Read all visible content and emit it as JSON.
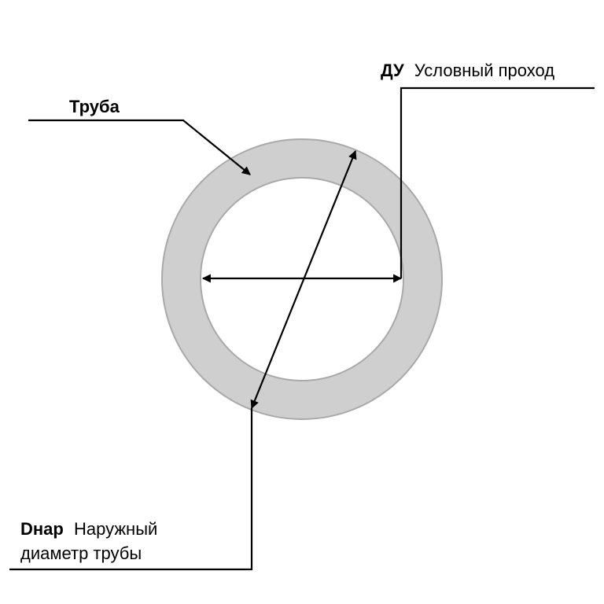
{
  "colors": {
    "pipe_wall_fill": "#cfcfcf",
    "pipe_wall_stroke": "#a9a9a9",
    "bore_fill": "#ffffff",
    "lines": "#000000"
  },
  "labels": {
    "pipe": "Труба",
    "nominal_bore": {
      "abbr": "ДУ",
      "text": "Условный проход"
    },
    "outer_diameter": {
      "abbr": "Dнар",
      "line1": "Наружный",
      "line2": "диаметр трубы"
    }
  }
}
